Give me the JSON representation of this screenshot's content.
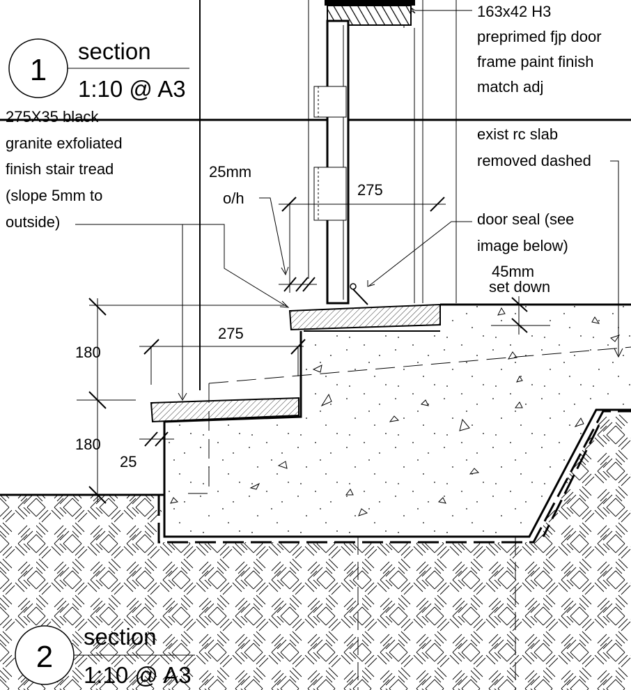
{
  "section_top": {
    "number": "1",
    "title": "section",
    "scale": "1:10 @ A3"
  },
  "section_bottom": {
    "number": "2",
    "title": "section",
    "scale": "1:10 @ A3"
  },
  "notes": {
    "door_frame": [
      "163x42 H3",
      "preprimed fjp door",
      "frame paint finish",
      "match adj"
    ],
    "stair_tread": [
      "275X35 black",
      "granite exfoliated",
      "finish stair tread",
      "(slope 5mm to",
      "outside)"
    ],
    "slab": [
      "exist rc slab",
      "removed dashed"
    ],
    "door_seal": [
      "door seal (see",
      "image below)"
    ],
    "overhang": [
      "25mm",
      "o/h"
    ],
    "setdown": [
      "45mm",
      "set down"
    ]
  },
  "dimensions": {
    "top_tread_width": "275",
    "lower_tread_width": "275",
    "riser_upper": "180",
    "riser_lower": "180",
    "nosing": "25"
  }
}
